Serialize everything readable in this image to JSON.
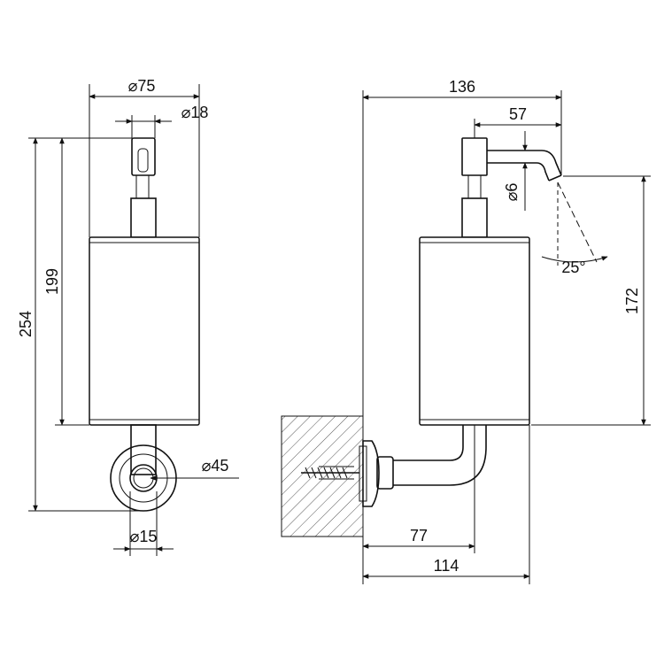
{
  "dimensions": {
    "front_diameter_body": "⌀75",
    "front_diameter_pump": "⌀18",
    "front_height_total": "254",
    "front_height_body": "199",
    "front_diameter_rosette": "⌀45",
    "front_diameter_arm": "⌀15",
    "side_width_total": "136",
    "side_spout_reach": "57",
    "side_spout_diameter": "⌀6",
    "side_spout_angle": "25°",
    "side_spout_height": "172",
    "side_wall_to_body": "77",
    "side_wall_to_front": "114"
  }
}
